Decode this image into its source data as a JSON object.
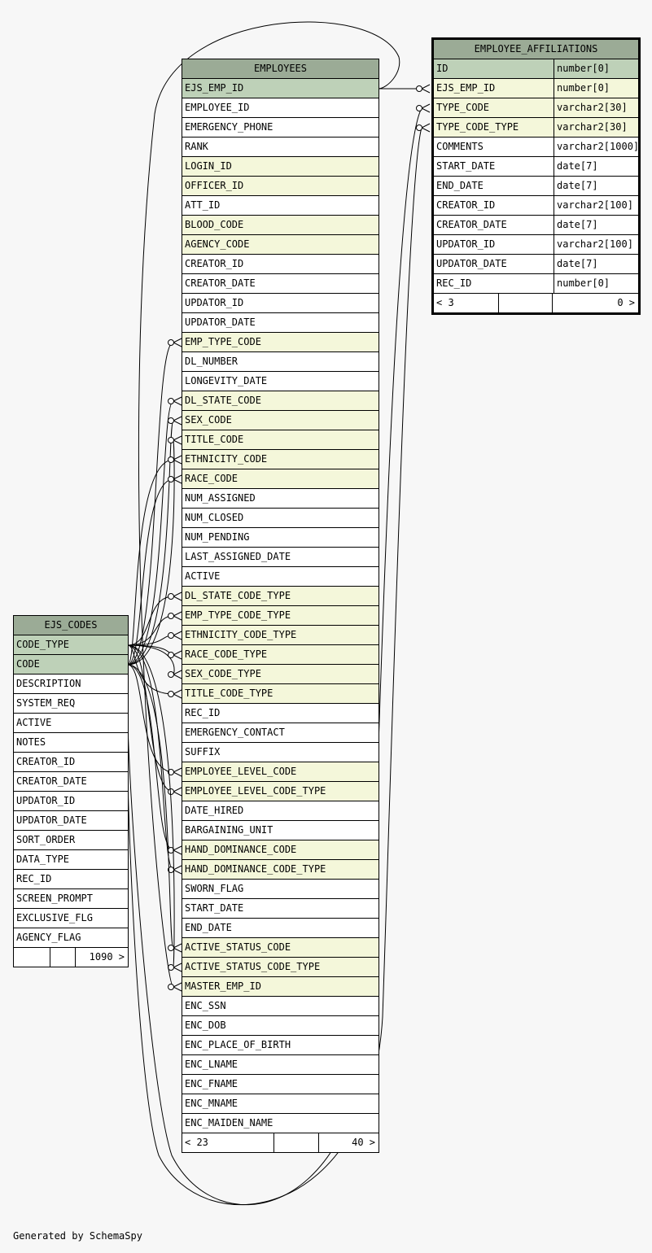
{
  "footer_text": "Generated by SchemaSpy",
  "colors": {
    "title_bg": "#9bab96",
    "pk_bg": "#bed1b8",
    "fk_bg": "#f4f7da",
    "plain_bg": "#ffffff",
    "background": "#f7f7f7"
  },
  "employees": {
    "name": "EMPLOYEES",
    "columns": [
      {
        "name": "EJS_EMP_ID",
        "kind": "pk"
      },
      {
        "name": "EMPLOYEE_ID",
        "kind": "plain"
      },
      {
        "name": "EMERGENCY_PHONE",
        "kind": "plain"
      },
      {
        "name": "RANK",
        "kind": "plain"
      },
      {
        "name": "LOGIN_ID",
        "kind": "fk"
      },
      {
        "name": "OFFICER_ID",
        "kind": "fk"
      },
      {
        "name": "ATT_ID",
        "kind": "plain"
      },
      {
        "name": "BLOOD_CODE",
        "kind": "fk"
      },
      {
        "name": "AGENCY_CODE",
        "kind": "fk"
      },
      {
        "name": "CREATOR_ID",
        "kind": "plain"
      },
      {
        "name": "CREATOR_DATE",
        "kind": "plain"
      },
      {
        "name": "UPDATOR_ID",
        "kind": "plain"
      },
      {
        "name": "UPDATOR_DATE",
        "kind": "plain"
      },
      {
        "name": "EMP_TYPE_CODE",
        "kind": "fk"
      },
      {
        "name": "DL_NUMBER",
        "kind": "plain"
      },
      {
        "name": "LONGEVITY_DATE",
        "kind": "plain"
      },
      {
        "name": "DL_STATE_CODE",
        "kind": "fk"
      },
      {
        "name": "SEX_CODE",
        "kind": "fk"
      },
      {
        "name": "TITLE_CODE",
        "kind": "fk"
      },
      {
        "name": "ETHNICITY_CODE",
        "kind": "fk"
      },
      {
        "name": "RACE_CODE",
        "kind": "fk"
      },
      {
        "name": "NUM_ASSIGNED",
        "kind": "plain"
      },
      {
        "name": "NUM_CLOSED",
        "kind": "plain"
      },
      {
        "name": "NUM_PENDING",
        "kind": "plain"
      },
      {
        "name": "LAST_ASSIGNED_DATE",
        "kind": "plain"
      },
      {
        "name": "ACTIVE",
        "kind": "plain"
      },
      {
        "name": "DL_STATE_CODE_TYPE",
        "kind": "fk"
      },
      {
        "name": "EMP_TYPE_CODE_TYPE",
        "kind": "fk"
      },
      {
        "name": "ETHNICITY_CODE_TYPE",
        "kind": "fk"
      },
      {
        "name": "RACE_CODE_TYPE",
        "kind": "fk"
      },
      {
        "name": "SEX_CODE_TYPE",
        "kind": "fk"
      },
      {
        "name": "TITLE_CODE_TYPE",
        "kind": "fk"
      },
      {
        "name": "REC_ID",
        "kind": "plain"
      },
      {
        "name": "EMERGENCY_CONTACT",
        "kind": "plain"
      },
      {
        "name": "SUFFIX",
        "kind": "plain"
      },
      {
        "name": "EMPLOYEE_LEVEL_CODE",
        "kind": "fk"
      },
      {
        "name": "EMPLOYEE_LEVEL_CODE_TYPE",
        "kind": "fk"
      },
      {
        "name": "DATE_HIRED",
        "kind": "plain"
      },
      {
        "name": "BARGAINING_UNIT",
        "kind": "plain"
      },
      {
        "name": "HAND_DOMINANCE_CODE",
        "kind": "fk"
      },
      {
        "name": "HAND_DOMINANCE_CODE_TYPE",
        "kind": "fk"
      },
      {
        "name": "SWORN_FLAG",
        "kind": "plain"
      },
      {
        "name": "START_DATE",
        "kind": "plain"
      },
      {
        "name": "END_DATE",
        "kind": "plain"
      },
      {
        "name": "ACTIVE_STATUS_CODE",
        "kind": "fk"
      },
      {
        "name": "ACTIVE_STATUS_CODE_TYPE",
        "kind": "fk"
      },
      {
        "name": "MASTER_EMP_ID",
        "kind": "fk"
      },
      {
        "name": "ENC_SSN",
        "kind": "plain"
      },
      {
        "name": "ENC_DOB",
        "kind": "plain"
      },
      {
        "name": "ENC_PLACE_OF_BIRTH",
        "kind": "plain"
      },
      {
        "name": "ENC_LNAME",
        "kind": "plain"
      },
      {
        "name": "ENC_FNAME",
        "kind": "plain"
      },
      {
        "name": "ENC_MNAME",
        "kind": "plain"
      },
      {
        "name": "ENC_MAIDEN_NAME",
        "kind": "plain"
      }
    ],
    "footer": [
      "< 23",
      "",
      "40 >"
    ]
  },
  "affiliations": {
    "name": "EMPLOYEE_AFFILIATIONS",
    "columns": [
      {
        "name": "ID",
        "type": "number[0]",
        "kind": "pk"
      },
      {
        "name": "EJS_EMP_ID",
        "type": "number[0]",
        "kind": "fk"
      },
      {
        "name": "TYPE_CODE",
        "type": "varchar2[30]",
        "kind": "fk"
      },
      {
        "name": "TYPE_CODE_TYPE",
        "type": "varchar2[30]",
        "kind": "fk"
      },
      {
        "name": "COMMENTS",
        "type": "varchar2[1000]",
        "kind": "plain"
      },
      {
        "name": "START_DATE",
        "type": "date[7]",
        "kind": "plain"
      },
      {
        "name": "END_DATE",
        "type": "date[7]",
        "kind": "plain"
      },
      {
        "name": "CREATOR_ID",
        "type": "varchar2[100]",
        "kind": "plain"
      },
      {
        "name": "CREATOR_DATE",
        "type": "date[7]",
        "kind": "plain"
      },
      {
        "name": "UPDATOR_ID",
        "type": "varchar2[100]",
        "kind": "plain"
      },
      {
        "name": "UPDATOR_DATE",
        "type": "date[7]",
        "kind": "plain"
      },
      {
        "name": "REC_ID",
        "type": "number[0]",
        "kind": "plain"
      }
    ],
    "footer": [
      "< 3",
      "",
      "0 >"
    ]
  },
  "ejs_codes": {
    "name": "EJS_CODES",
    "columns": [
      {
        "name": "CODE_TYPE",
        "kind": "pk"
      },
      {
        "name": "CODE",
        "kind": "pk"
      },
      {
        "name": "DESCRIPTION",
        "kind": "plain"
      },
      {
        "name": "SYSTEM_REQ",
        "kind": "plain"
      },
      {
        "name": "ACTIVE",
        "kind": "plain"
      },
      {
        "name": "NOTES",
        "kind": "plain"
      },
      {
        "name": "CREATOR_ID",
        "kind": "plain"
      },
      {
        "name": "CREATOR_DATE",
        "kind": "plain"
      },
      {
        "name": "UPDATOR_ID",
        "kind": "plain"
      },
      {
        "name": "UPDATOR_DATE",
        "kind": "plain"
      },
      {
        "name": "SORT_ORDER",
        "kind": "plain"
      },
      {
        "name": "DATA_TYPE",
        "kind": "plain"
      },
      {
        "name": "REC_ID",
        "kind": "plain"
      },
      {
        "name": "SCREEN_PROMPT",
        "kind": "plain"
      },
      {
        "name": "EXCLUSIVE_FLG",
        "kind": "plain"
      },
      {
        "name": "AGENCY_FLAG",
        "kind": "plain"
      }
    ],
    "footer": [
      "",
      "",
      "1090 >"
    ]
  },
  "relationships": [
    {
      "from": "EMPLOYEE_AFFILIATIONS.EJS_EMP_ID",
      "to": "EMPLOYEES.EJS_EMP_ID"
    },
    {
      "from": "EMPLOYEE_AFFILIATIONS.TYPE_CODE",
      "to": "EJS_CODES.CODE"
    },
    {
      "from": "EMPLOYEE_AFFILIATIONS.TYPE_CODE_TYPE",
      "to": "EJS_CODES.CODE_TYPE"
    },
    {
      "from": "EMPLOYEES.EMP_TYPE_CODE",
      "to": "EJS_CODES.CODE"
    },
    {
      "from": "EMPLOYEES.DL_STATE_CODE",
      "to": "EJS_CODES.CODE"
    },
    {
      "from": "EMPLOYEES.SEX_CODE",
      "to": "EJS_CODES.CODE"
    },
    {
      "from": "EMPLOYEES.TITLE_CODE",
      "to": "EJS_CODES.CODE"
    },
    {
      "from": "EMPLOYEES.ETHNICITY_CODE",
      "to": "EJS_CODES.CODE"
    },
    {
      "from": "EMPLOYEES.RACE_CODE",
      "to": "EJS_CODES.CODE"
    },
    {
      "from": "EMPLOYEES.DL_STATE_CODE_TYPE",
      "to": "EJS_CODES.CODE_TYPE"
    },
    {
      "from": "EMPLOYEES.EMP_TYPE_CODE_TYPE",
      "to": "EJS_CODES.CODE_TYPE"
    },
    {
      "from": "EMPLOYEES.ETHNICITY_CODE_TYPE",
      "to": "EJS_CODES.CODE_TYPE"
    },
    {
      "from": "EMPLOYEES.RACE_CODE_TYPE",
      "to": "EJS_CODES.CODE_TYPE"
    },
    {
      "from": "EMPLOYEES.SEX_CODE_TYPE",
      "to": "EJS_CODES.CODE_TYPE"
    },
    {
      "from": "EMPLOYEES.TITLE_CODE_TYPE",
      "to": "EJS_CODES.CODE_TYPE"
    },
    {
      "from": "EMPLOYEES.EMPLOYEE_LEVEL_CODE",
      "to": "EJS_CODES.CODE"
    },
    {
      "from": "EMPLOYEES.EMPLOYEE_LEVEL_CODE_TYPE",
      "to": "EJS_CODES.CODE_TYPE"
    },
    {
      "from": "EMPLOYEES.HAND_DOMINANCE_CODE",
      "to": "EJS_CODES.CODE"
    },
    {
      "from": "EMPLOYEES.HAND_DOMINANCE_CODE_TYPE",
      "to": "EJS_CODES.CODE_TYPE"
    },
    {
      "from": "EMPLOYEES.ACTIVE_STATUS_CODE",
      "to": "EJS_CODES.CODE"
    },
    {
      "from": "EMPLOYEES.ACTIVE_STATUS_CODE_TYPE",
      "to": "EJS_CODES.CODE_TYPE"
    },
    {
      "from": "EMPLOYEES.MASTER_EMP_ID",
      "to": "EMPLOYEES.EJS_EMP_ID"
    }
  ]
}
